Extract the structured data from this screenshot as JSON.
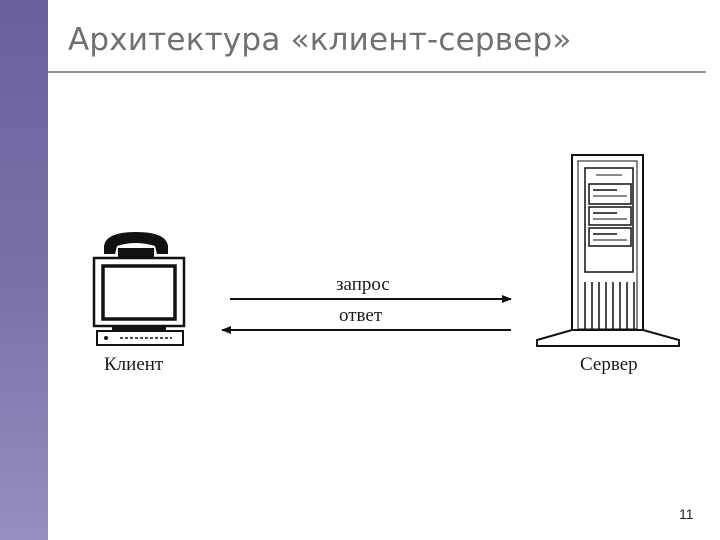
{
  "slide": {
    "title": "Архитектура «клиент-сервер»",
    "page_number": "11"
  },
  "diagram": {
    "client_label": "Клиент",
    "server_label": "Сервер",
    "request_label": "запрос",
    "response_label": "ответ"
  },
  "colors": {
    "sidebar": "#7067a3",
    "title_text": "#707070",
    "rule": "#8f8f8f"
  },
  "icons": {
    "client": "desktop-computer-with-phone-icon",
    "server": "server-tower-icon"
  }
}
